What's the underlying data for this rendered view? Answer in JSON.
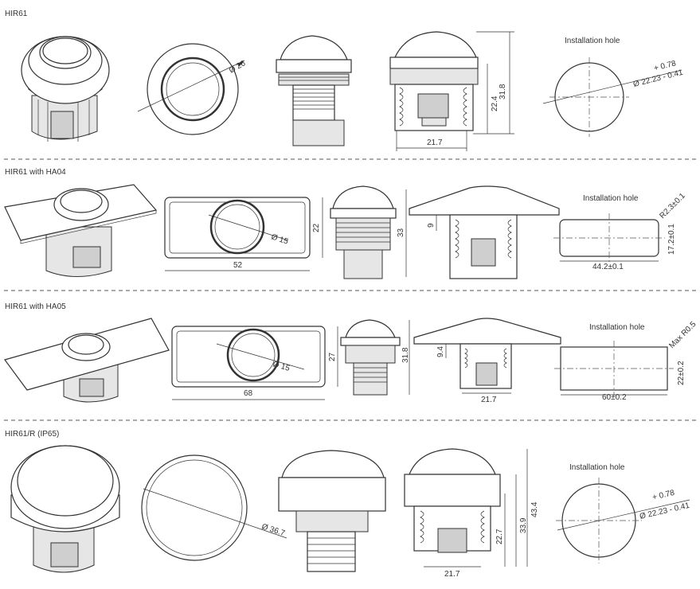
{
  "rows": [
    {
      "title": "HIR61",
      "front_diameter": "Ø 26",
      "height_body": "22.4",
      "height_total": "31.8",
      "width": "21.7",
      "hole_title": "Installation hole",
      "hole_tolerance": "+ 0.78",
      "hole_diameter": "Ø 22.23 - 0.41"
    },
    {
      "title": "HIR61 with HA04",
      "front_diameter": "Ø 15",
      "front_width": "52",
      "front_height": "22",
      "side_height": "33",
      "depth": "9",
      "hole_title": "Installation hole",
      "hole_radius": "R2.3±0.1",
      "hole_height": "17.2±0.1",
      "hole_width": "44.2±0.1"
    },
    {
      "title": "HIR61 with HA05",
      "front_diameter": "Ø 15",
      "front_width": "68",
      "front_height": "27",
      "side_height": "31.8",
      "depth": "9.4",
      "width": "21.7",
      "hole_title": "Installation hole",
      "hole_radius": "Max R0.5",
      "hole_height": "22±0.2",
      "hole_width": "60±0.2"
    },
    {
      "title": "HIR61/R (IP65)",
      "front_diameter": "Ø 36.7",
      "height_body": "22.7",
      "height_mid": "33.9",
      "height_total": "43.4",
      "width": "21.7",
      "hole_title": "Installation hole",
      "hole_tolerance": "+ 0.78",
      "hole_diameter": "Ø 22.23 - 0.41"
    }
  ]
}
